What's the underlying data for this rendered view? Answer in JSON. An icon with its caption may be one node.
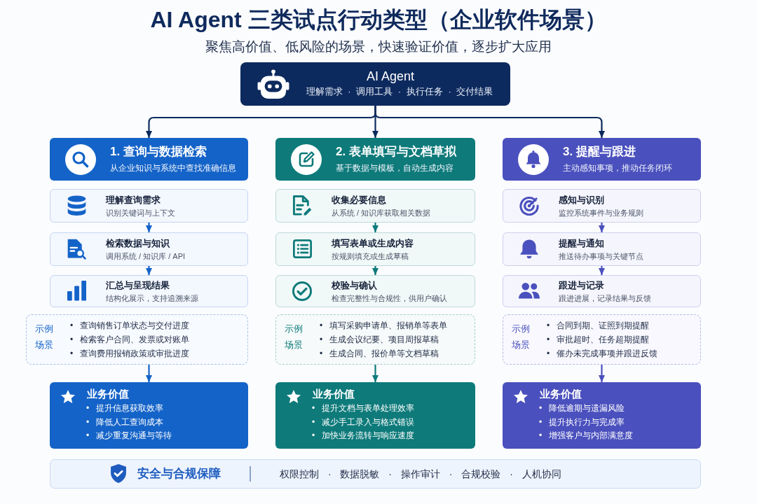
{
  "diagram": {
    "title": "AI Agent 三类试点行动类型（企业软件场景）",
    "nodes": [
      {
        "text": [
          "AI Agent",
          "理解需求 · 调用工具 · 执行任务 · 交付结果"
        ]
      },
      {
        "text": [
          "1. 查询与数据检索",
          "从企业知识与系统中查找准确信息"
        ]
      },
      {
        "text": [
          "理解查询需求",
          "识别关键词与上下文"
        ]
      },
      {
        "text": [
          "检索数据与知识",
          "调用系统 / 知识库 / API"
        ]
      },
      {
        "text": [
          "汇总与呈现结果",
          "结构化展示，支持追溯来源"
        ]
      },
      {
        "text": [
          "示例场景",
          "• 查询销售订单状态与交付进度",
          "• 检索客户合同、发票或对账单",
          "• 查询费用报销政策或审批进度"
        ]
      },
      {
        "text": [
          "业务价值",
          "• 提升信息获取效率",
          "• 降低人工查询成本",
          "• 减少重复沟通与等待"
        ]
      },
      {
        "text": [
          "2. 表单填写与文档草拟",
          "基于数据与模板，自动生成内容"
        ]
      },
      {
        "text": [
          "收集必要信息",
          "从系统 / 知识库获取相关数据"
        ]
      },
      {
        "text": [
          "填写表单或生成内容",
          "按规则填充或生成草稿"
        ]
      },
      {
        "text": [
          "校验与确认",
          "检查完整性与合规性，供用户确认"
        ]
      },
      {
        "text": [
          "示例场景",
          "• 填写采购申请单、报销单等表单",
          "• 生成会议纪要、项目周报草稿",
          "• 生成合同、报价单等文档草稿"
        ]
      },
      {
        "text": [
          "业务价值",
          "• 提升文档与表单处理效率",
          "• 减少手工录入与格式错误",
          "• 加快业务流转与响应速度"
        ]
      },
      {
        "text": [
          "3. 提醒与跟进",
          "主动感知事项，推动任务闭环"
        ]
      },
      {
        "text": [
          "感知与识别",
          "监控系统事件与业务规则"
        ]
      },
      {
        "text": [
          "提醒与通知",
          "推送待办事项与关键节点"
        ]
      },
      {
        "text": [
          "跟进与记录",
          "跟进进展，记录结果与反馈"
        ]
      },
      {
        "text": [
          "示例场景",
          "• 合同到期、证照到期提醒",
          "• 审批超时、任务超期提醒",
          "• 催办未完成事项并跟进反馈"
        ]
      },
      {
        "text": [
          "业务价值",
          "• 降低逾期与遗漏风险",
          "• 提升执行力与完成率",
          "• 增强客户与内部满意度"
        ]
      },
      {
        "text": [
          "安全与合规保障",
          "权限控制 · 数据脱敏 · 操作审计 · 合规校验 · 人机协同"
        ]
      }
    ],
    "edges": [
      {
        "from": 0,
        "to": 1,
        "arrow": "to",
        "color": "#0d2a5e"
      },
      {
        "from": 0,
        "to": 7,
        "arrow": "to",
        "color": "#0d2a5e"
      },
      {
        "from": 0,
        "to": 13,
        "arrow": "to",
        "color": "#0d2a5e"
      },
      {
        "from": 2,
        "to": 3,
        "arrow": "to",
        "color": "#1463c8"
      },
      {
        "from": 3,
        "to": 4,
        "arrow": "to",
        "color": "#1463c8"
      },
      {
        "from": 5,
        "to": 6,
        "arrow": "to",
        "color": "#1463c8"
      },
      {
        "from": 8,
        "to": 9,
        "arrow": "to",
        "color": "#0e7a7a"
      },
      {
        "from": 9,
        "to": 10,
        "arrow": "to",
        "color": "#0e7a7a"
      },
      {
        "from": 11,
        "to": 12,
        "arrow": "to",
        "color": "#0e7a7a"
      },
      {
        "from": 14,
        "to": 15,
        "arrow": "to",
        "color": "#4a50bd"
      },
      {
        "from": 15,
        "to": 16,
        "arrow": "to",
        "color": "#4a50bd"
      },
      {
        "from": 17,
        "to": 18,
        "arrow": "to",
        "color": "#4a50bd"
      }
    ],
    "labels": [
      "聚焦高价值、低风险的场景，快速验证价值，逐步扩大应用"
    ]
  }
}
